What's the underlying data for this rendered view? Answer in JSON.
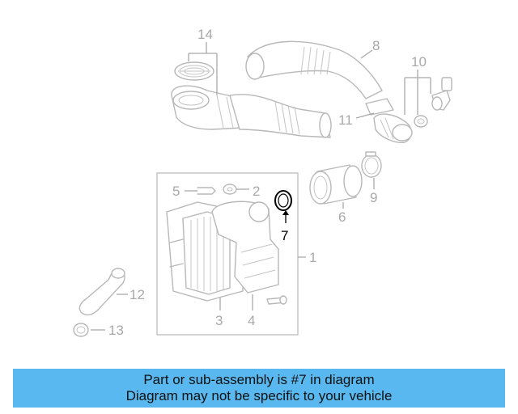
{
  "diagram": {
    "highlighted_part": "7",
    "callouts": {
      "c1": "1",
      "c2": "2",
      "c3": "3",
      "c4": "4",
      "c5": "5",
      "c6": "6",
      "c7": "7",
      "c8": "8",
      "c9": "9",
      "c10": "10",
      "c11": "11",
      "c12": "12",
      "c13": "13",
      "c14": "14"
    }
  },
  "banner": {
    "line1": "Part or sub-assembly is #7 in diagram",
    "line2": "Diagram may not be specific to your vehicle"
  },
  "colors": {
    "banner_bg": "#5ab8f0",
    "highlight": "#000000",
    "part_gray": "#b8b8b8"
  }
}
